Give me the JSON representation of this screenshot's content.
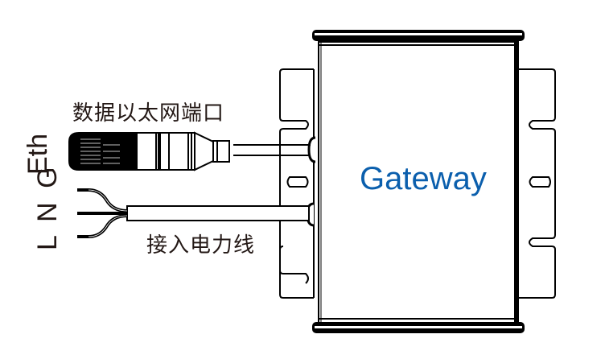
{
  "diagram": {
    "device_label": "Gateway",
    "device_label_color": "#0b5fad",
    "ethernet_port_label": "数据以太网端口",
    "power_line_label": "接入电力线",
    "ethernet_short_label": "Eth",
    "power_wires_label": "L N G",
    "power_wires": [
      "L",
      "N",
      "G"
    ],
    "line_color": "#000000",
    "text_color": "#231815"
  }
}
